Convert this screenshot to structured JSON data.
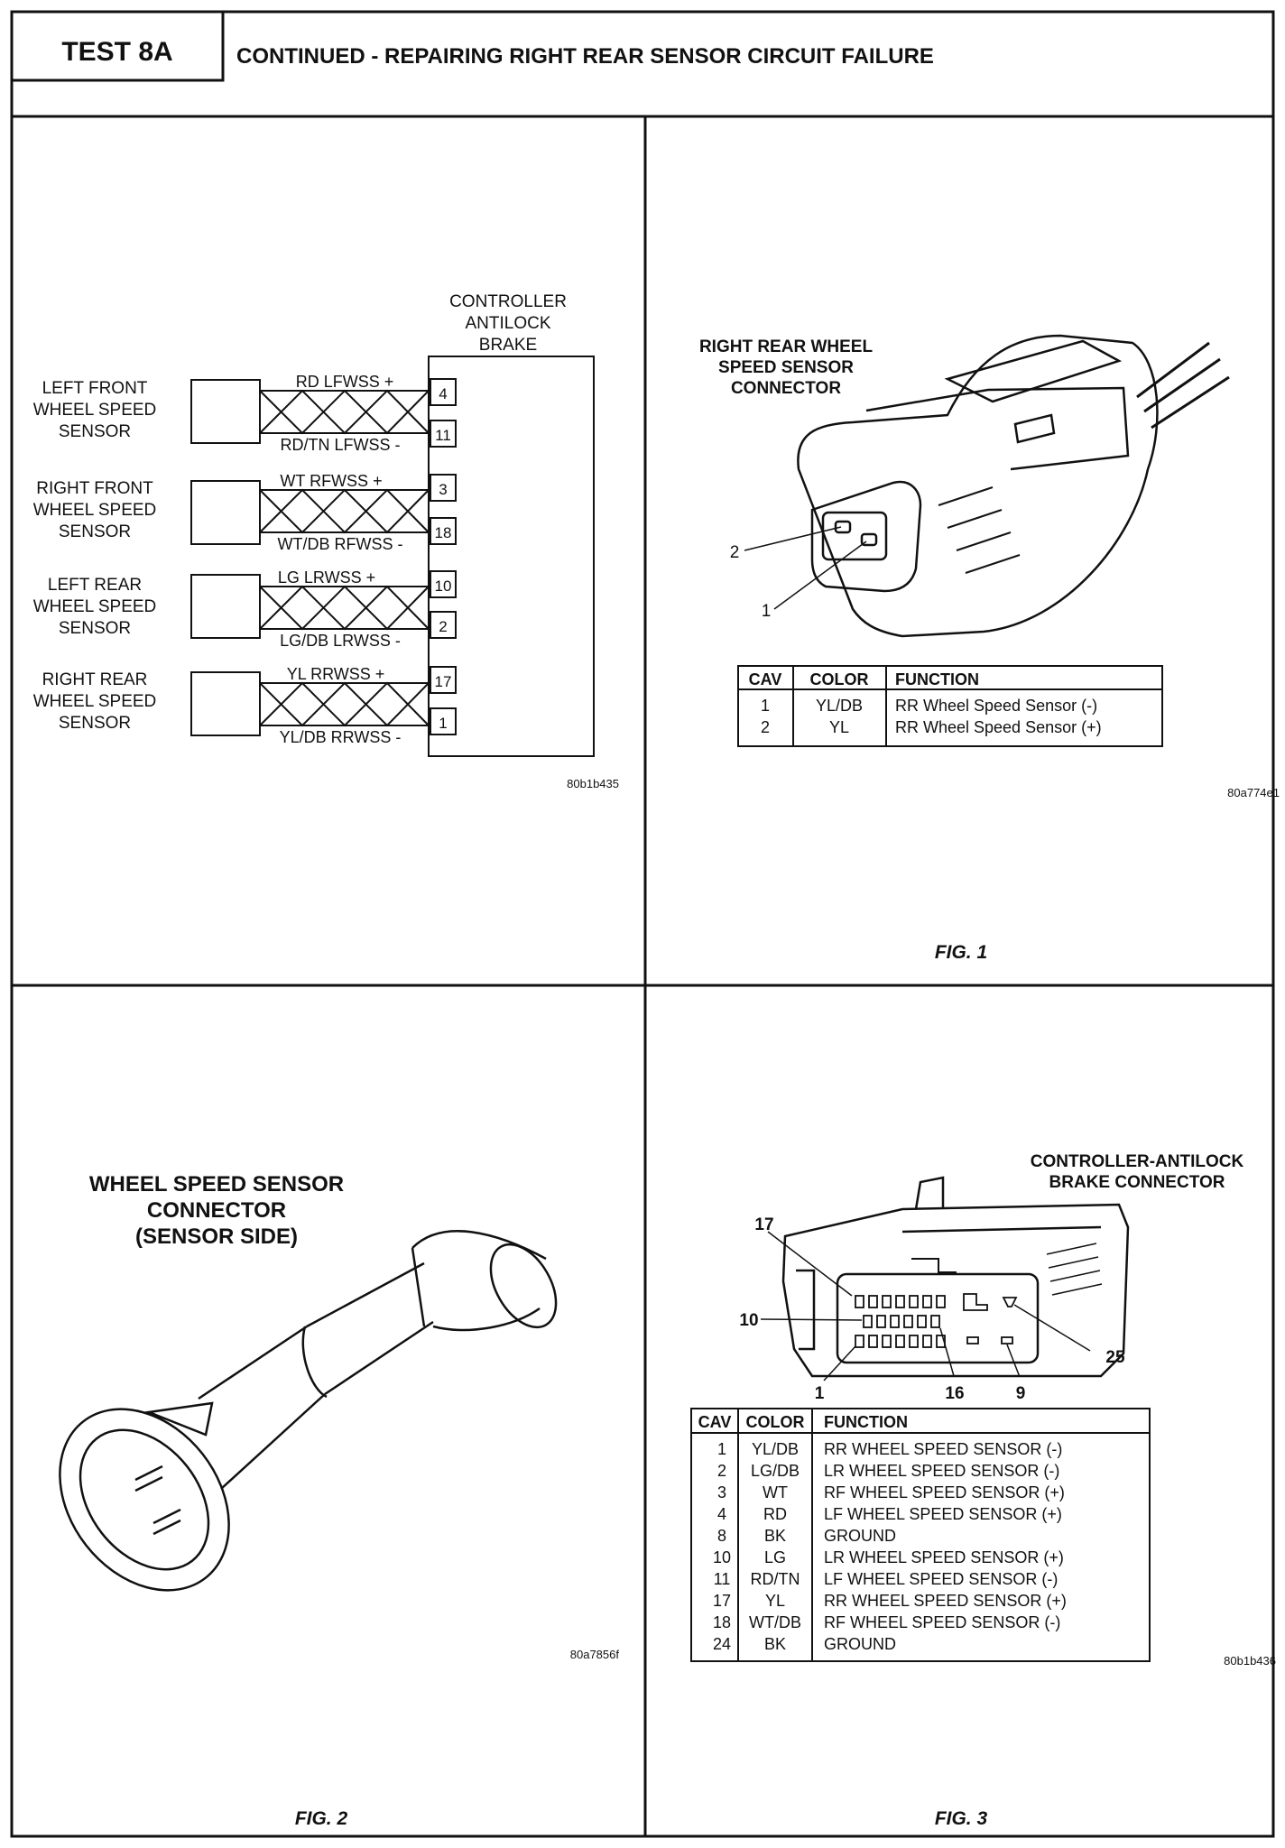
{
  "header": {
    "test_id": "TEST 8A",
    "title": "CONTINUED - REPAIRING RIGHT REAR SENSOR CIRCUIT FAILURE"
  },
  "wiring": {
    "controller_label": [
      "CONTROLLER",
      "ANTILOCK",
      "BRAKE"
    ],
    "sensors": [
      {
        "label": [
          "LEFT FRONT",
          "WHEEL SPEED",
          "SENSOR"
        ],
        "top_wire": "RD LFWSS +",
        "bottom_wire": "RD/TN LFWSS -",
        "top_pin": "4",
        "bottom_pin": "11"
      },
      {
        "label": [
          "RIGHT FRONT",
          "WHEEL SPEED",
          "SENSOR"
        ],
        "top_wire": "WT RFWSS +",
        "bottom_wire": "WT/DB RFWSS -",
        "top_pin": "3",
        "bottom_pin": "18"
      },
      {
        "label": [
          "LEFT REAR",
          "WHEEL SPEED",
          "SENSOR"
        ],
        "top_wire": "LG LRWSS +",
        "bottom_wire": "LG/DB LRWSS -",
        "top_pin": "10",
        "bottom_pin": "2"
      },
      {
        "label": [
          "RIGHT REAR",
          "WHEEL SPEED",
          "SENSOR"
        ],
        "top_wire": "YL RRWSS +",
        "bottom_wire": "YL/DB RRWSS -",
        "top_pin": "17",
        "bottom_pin": "1"
      }
    ],
    "ref": "80b1b435"
  },
  "fig1": {
    "connector_label": [
      "RIGHT REAR WHEEL",
      "SPEED SENSOR",
      "CONNECTOR"
    ],
    "pin_callouts": [
      "2",
      "1"
    ],
    "table": {
      "headers": [
        "CAV",
        "COLOR",
        "FUNCTION"
      ],
      "rows": [
        [
          "1",
          "YL/DB",
          "RR Wheel Speed Sensor (-)"
        ],
        [
          "2",
          "YL",
          "RR Wheel Speed Sensor (+)"
        ]
      ]
    },
    "ref": "80a774e1",
    "caption": "FIG. 1"
  },
  "fig2": {
    "label": [
      "WHEEL SPEED SENSOR",
      "CONNECTOR",
      "(SENSOR SIDE)"
    ],
    "ref": "80a7856f",
    "caption": "FIG. 2"
  },
  "fig3": {
    "connector_label": [
      "CONTROLLER-ANTILOCK",
      "BRAKE CONNECTOR"
    ],
    "pin_callouts": [
      "17",
      "10",
      "1",
      "16",
      "9",
      "25"
    ],
    "table": {
      "headers": [
        "CAV",
        "COLOR",
        "FUNCTION"
      ],
      "rows": [
        [
          "1",
          "YL/DB",
          "RR WHEEL SPEED SENSOR (-)"
        ],
        [
          "2",
          "LG/DB",
          "LR WHEEL SPEED SENSOR (-)"
        ],
        [
          "3",
          "WT",
          "RF WHEEL SPEED SENSOR (+)"
        ],
        [
          "4",
          "RD",
          "LF WHEEL SPEED SENSOR (+)"
        ],
        [
          "8",
          "BK",
          "GROUND"
        ],
        [
          "10",
          "LG",
          "LR WHEEL SPEED SENSOR (+)"
        ],
        [
          "11",
          "RD/TN",
          "LF WHEEL SPEED SENSOR (-)"
        ],
        [
          "17",
          "YL",
          "RR WHEEL SPEED SENSOR (+)"
        ],
        [
          "18",
          "WT/DB",
          "RF WHEEL SPEED SENSOR (-)"
        ],
        [
          "24",
          "BK",
          "GROUND"
        ]
      ]
    },
    "ref": "80b1b436",
    "caption": "FIG. 3"
  }
}
